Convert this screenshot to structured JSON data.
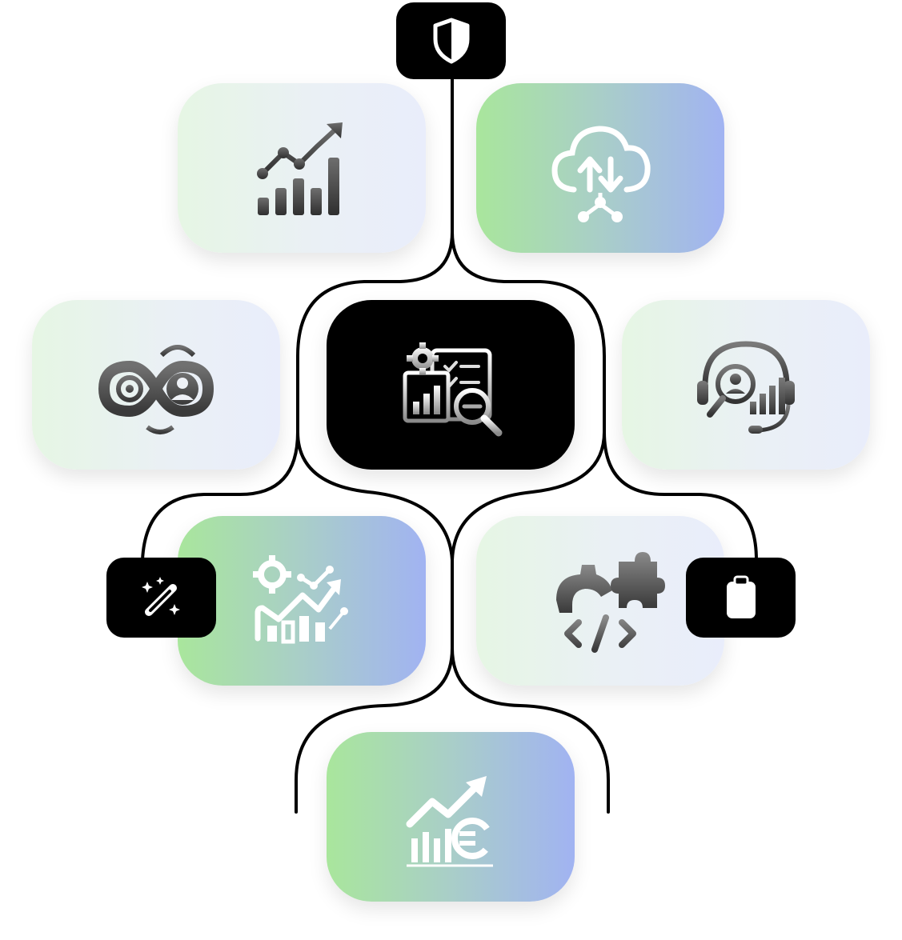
{
  "diagram": {
    "center_icon": "analytics-dashboard-search-icon",
    "tiles": [
      {
        "id": "growth-chart",
        "icon": "growth-line-chart-icon",
        "style": "light"
      },
      {
        "id": "cloud-sync",
        "icon": "cloud-upload-download-icon",
        "style": "gradient"
      },
      {
        "id": "devops",
        "icon": "devops-infinity-gear-user-icon",
        "style": "light"
      },
      {
        "id": "support-analytics",
        "icon": "support-headset-analytics-icon",
        "style": "light"
      },
      {
        "id": "process-optimization",
        "icon": "gear-trend-chart-icon",
        "style": "gradient"
      },
      {
        "id": "integration-code",
        "icon": "gear-puzzle-code-icon",
        "style": "light"
      },
      {
        "id": "revenue-growth",
        "icon": "euro-growth-chart-icon",
        "style": "gradient"
      }
    ],
    "badges": [
      {
        "id": "security",
        "icon": "shield-icon"
      },
      {
        "id": "automation",
        "icon": "magic-wand-icon"
      },
      {
        "id": "clipboard",
        "icon": "clipboard-icon"
      }
    ],
    "colors": {
      "dark": "#000000",
      "gradient_start": "#a9e69c",
      "gradient_end": "#a1b3f2",
      "light_start": "#e6f6e4",
      "light_end": "#e9edfb",
      "icon_gray": "#4a4a4a"
    }
  }
}
